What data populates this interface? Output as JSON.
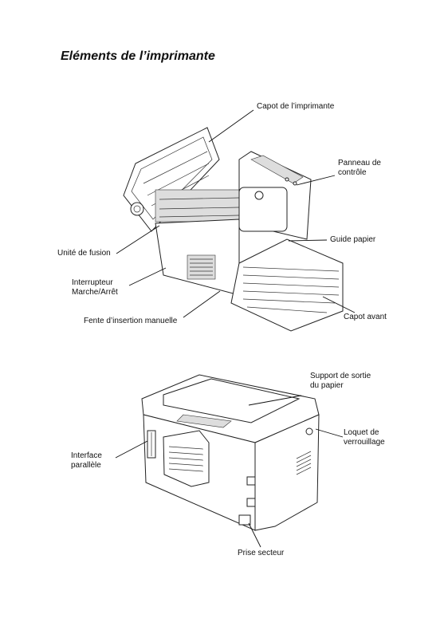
{
  "title": "Eléments de l’imprimante",
  "figure_top": {
    "labels": {
      "capot_imprimante": "Capot de l’imprimante",
      "panneau_line1": "Panneau de",
      "panneau_line2": "contrôle",
      "guide_papier": "Guide papier",
      "unite_fusion": "Unité de fusion",
      "interrupteur_line1": "Interrupteur",
      "interrupteur_line2": "Marche/Arrêt",
      "fente_insertion": "Fente d’insertion manuelle",
      "capot_avant": "Capot avant"
    }
  },
  "figure_bottom": {
    "labels": {
      "support_line1": "Support de sortie",
      "support_line2": "du papier",
      "loquet_line1": "Loquet de",
      "loquet_line2": "verrouillage",
      "interface_line1": "Interface",
      "interface_line2": "parallèle",
      "prise_secteur": "Prise secteur"
    }
  }
}
